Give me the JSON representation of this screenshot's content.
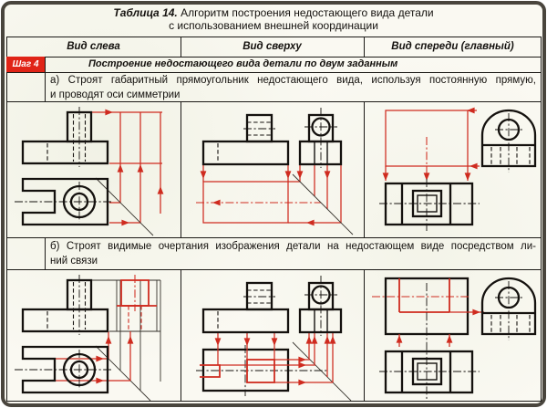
{
  "title": {
    "label": "Таблица 14.",
    "line1": "Алгоритм построения недостающего вида детали",
    "line2": "с использованием внешней координации"
  },
  "table": {
    "columns": [
      {
        "label": "Вид слева"
      },
      {
        "label": "Вид сверху"
      },
      {
        "label": "Вид спереди (главный)"
      }
    ],
    "step": {
      "badge": "Шаг 4",
      "title": "Построение недостающего вида детали по двум заданным"
    },
    "substeps": [
      {
        "line1": "а) Строят габаритный прямоугольник недостающего вида, используя постоянную прямую,",
        "line2": "и проводят оси симметрии"
      },
      {
        "line1": "б) Строят видимые очертания изображения детали на недостающем виде посредством ли-",
        "line2": "ний связи"
      }
    ]
  },
  "colors": {
    "badge_red": "#e02417",
    "construction_red": "#cf2b1f",
    "ink": "#14110e"
  }
}
